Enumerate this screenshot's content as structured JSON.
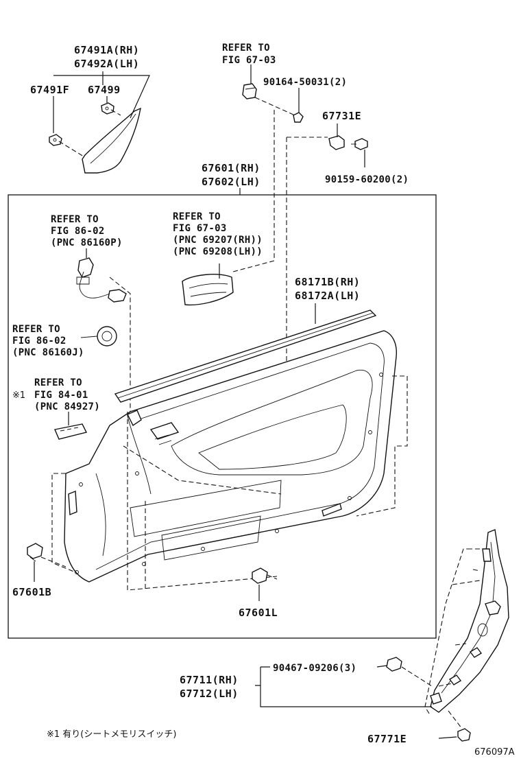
{
  "labels": {
    "p67491a": "67491A(RH)",
    "p67492a": "67492A(LH)",
    "p67491f": "67491F",
    "p67499": "67499",
    "refer_fig6703_top_1": "REFER TO",
    "refer_fig6703_top_2": "FIG 67-03",
    "p90164": "90164-50031(2)",
    "p67731e": "67731E",
    "p90159": "90159-60200(2)",
    "p67601": "67601(RH)",
    "p67602": "67602(LH)",
    "refer_86160p_1": "REFER TO",
    "refer_86160p_2": "FIG 86-02",
    "refer_86160p_3": "(PNC 86160P)",
    "refer_692_1": "REFER TO",
    "refer_692_2": "FIG 67-03",
    "refer_692_3": "(PNC 69207(RH))",
    "refer_692_4": "(PNC 69208(LH))",
    "p68171b": "68171B(RH)",
    "p68172a": "68172A(LH)",
    "refer_86160j_1": "REFER TO",
    "refer_86160j_2": "FIG 86-02",
    "refer_86160j_3": "(PNC 86160J)",
    "refer_84927_1": "REFER TO",
    "refer_84927_mark": "※1",
    "refer_84927_2": "FIG 84-01",
    "refer_84927_3": "(PNC 84927)",
    "p67601b": "67601B",
    "p67601l": "67601L",
    "p90467": "90467-09206(3)",
    "p67711": "67711(RH)",
    "p67712": "67712(LH)",
    "p67771e": "67771E",
    "footnote": "※1 有り(シートメモリスイッチ)",
    "drawing_code": "676097A"
  }
}
